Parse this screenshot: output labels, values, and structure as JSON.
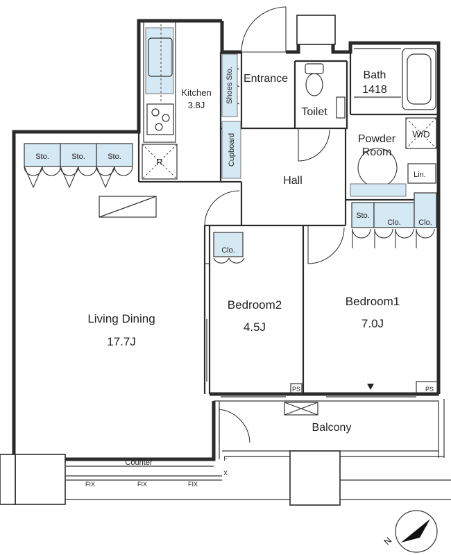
{
  "rooms": {
    "living": {
      "name": "Living Dining",
      "size": "17.7J"
    },
    "kitchen": {
      "name": "Kitchen",
      "size": "3.8J"
    },
    "bedroom1": {
      "name": "Bedroom1",
      "size": "7.0J"
    },
    "bedroom2": {
      "name": "Bedroom2",
      "size": "4.5J"
    },
    "entrance": "Entrance",
    "toilet": "Toilet",
    "bath": {
      "name": "Bath",
      "size": "1418"
    },
    "powder_room": {
      "line1": "Powder",
      "line2": "Room"
    },
    "wd": "W/D",
    "hall": "Hall",
    "balcony": "Balcony"
  },
  "fixtures": {
    "shoes_storage": "Shoes Sto.",
    "cupboard": "Cupboard",
    "refrigerator": "R",
    "storage": "Sto.",
    "closet": "Clo.",
    "linen": "Lin.",
    "pipe_space": "PS",
    "counter": "Counter",
    "fix_window": "FIX",
    "mark_f": "F",
    "mark_x": "X"
  },
  "compass": {
    "letter": "N"
  },
  "colors": {
    "wall": "#2a2a2a",
    "storage_fill": "#d5e9f5"
  }
}
